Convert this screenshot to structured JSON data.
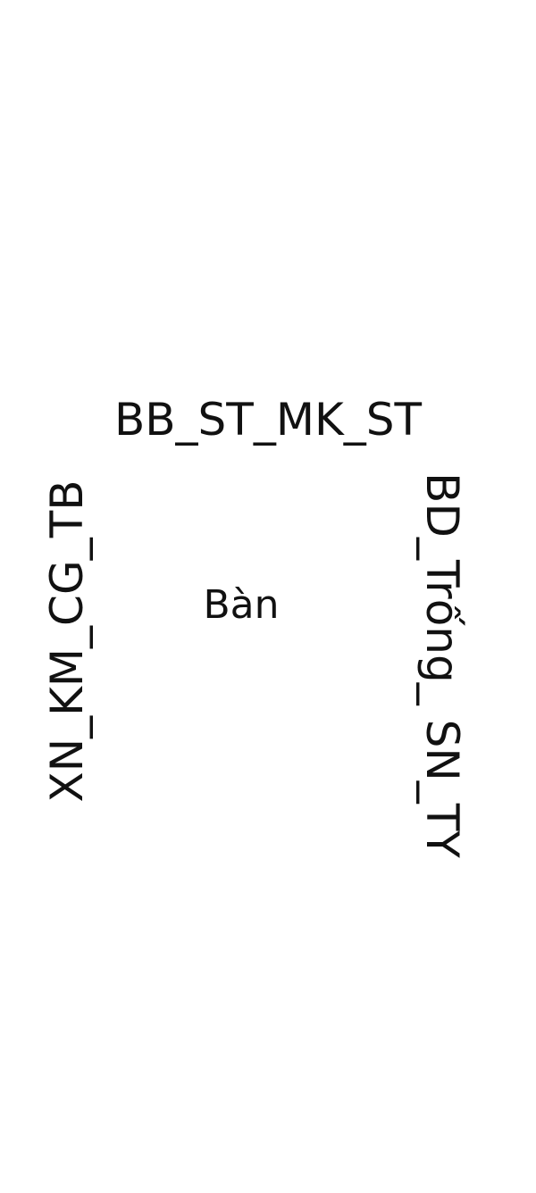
{
  "labels": {
    "top": "BB_ST_MK_ST",
    "center": "Bàn",
    "left": "XN_KM_CG_TB",
    "right": "BD_Trống_ SN_TY"
  }
}
